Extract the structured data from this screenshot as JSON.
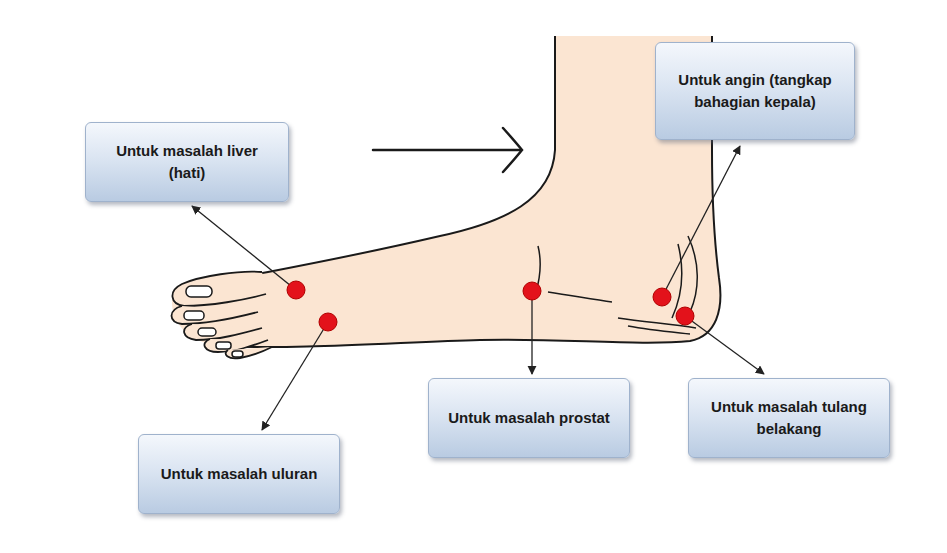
{
  "diagram": {
    "nodes": [
      {
        "text": [
          "Untuk angin (tangkap bahagian kepala)"
        ]
      },
      {
        "text": [
          "Untuk masalah liver (hati)"
        ]
      },
      {
        "text": [
          "Untuk masalah prostat"
        ]
      },
      {
        "text": [
          "Untuk masalah tulang belakang"
        ]
      },
      {
        "text": [
          "Untuk masalah uluran"
        ]
      }
    ]
  }
}
